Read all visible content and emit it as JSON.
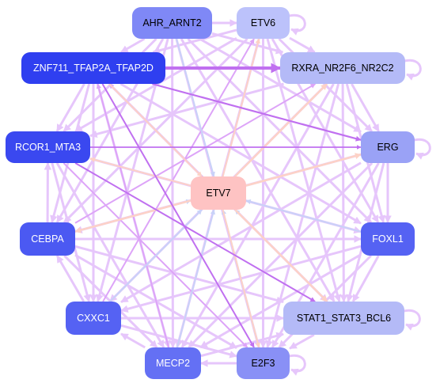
{
  "network": {
    "center": "etv7",
    "nodes": [
      {
        "id": "ahr",
        "label": "AHR_ARNT2",
        "color": "#7f88f6",
        "text": "#000000"
      },
      {
        "id": "etv6",
        "label": "ETV6",
        "color": "#bcc2fb",
        "text": "#000000"
      },
      {
        "id": "znf",
        "label": "ZNF711_TFAP2A_TFAP2D",
        "color": "#2f3ff0",
        "text": "#ffffff"
      },
      {
        "id": "rxra",
        "label": "RXRA_NR2F6_NR2C2",
        "color": "#b4baf7",
        "text": "#000000"
      },
      {
        "id": "rcor",
        "label": "RCOR1_MTA3",
        "color": "#3a48f0",
        "text": "#ffffff"
      },
      {
        "id": "erg",
        "label": "ERG",
        "color": "#9aa2f6",
        "text": "#000000"
      },
      {
        "id": "etv7",
        "label": "ETV7",
        "color": "#fec3c3",
        "text": "#000000"
      },
      {
        "id": "cebpa",
        "label": "CEBPA",
        "color": "#4b59f2",
        "text": "#ffffff"
      },
      {
        "id": "foxl1",
        "label": "FOXL1",
        "color": "#5562f3",
        "text": "#ffffff"
      },
      {
        "id": "cxxc1",
        "label": "CXXC1",
        "color": "#5562f3",
        "text": "#ffffff"
      },
      {
        "id": "stat1",
        "label": "STAT1_STAT3_BCL6",
        "color": "#b4baf7",
        "text": "#000000"
      },
      {
        "id": "mecp2",
        "label": "MECP2",
        "color": "#6470f4",
        "text": "#ffffff"
      },
      {
        "id": "e2f3",
        "label": "E2F3",
        "color": "#8990f6",
        "text": "#000000"
      }
    ],
    "edge_colors": {
      "default": "#e6c6fb",
      "strong": "#c070f0",
      "medium": "#dda4f8",
      "peach": "#fdd2c6",
      "blue": "#c9d2f8"
    },
    "edges": [
      {
        "s": "znf",
        "t": "rxra",
        "c": "strong",
        "w": 4
      },
      {
        "s": "znf",
        "t": "erg",
        "c": "strong",
        "w": 2.2
      },
      {
        "s": "znf",
        "t": "e2f3",
        "c": "strong",
        "w": 2
      },
      {
        "s": "rcor",
        "t": "stat1",
        "c": "strong",
        "w": 2
      },
      {
        "s": "rcor",
        "t": "erg",
        "c": "strong",
        "w": 1.8
      },
      {
        "s": "cebpa",
        "t": "rxra",
        "c": "medium",
        "w": 2
      },
      {
        "s": "mecp2",
        "t": "znf",
        "c": "medium",
        "w": 2
      },
      {
        "s": "rcor",
        "t": "e2f3",
        "c": "medium",
        "w": 2
      },
      {
        "s": "cxxc1",
        "t": "etv6",
        "c": "medium",
        "w": 2
      },
      {
        "s": "stat1",
        "t": "znf",
        "c": "medium",
        "w": 2
      },
      {
        "s": "etv7",
        "t": "rxra",
        "c": "peach",
        "w": 2.5
      },
      {
        "s": "etv7",
        "t": "erg",
        "c": "peach",
        "w": 2.5
      },
      {
        "s": "etv7",
        "t": "cebpa",
        "c": "peach",
        "w": 2.5
      },
      {
        "s": "etv7",
        "t": "stat1",
        "c": "peach",
        "w": 2.5
      },
      {
        "s": "etv7",
        "t": "etv6",
        "c": "peach",
        "w": 2
      },
      {
        "s": "etv7",
        "t": "rcor",
        "c": "peach",
        "w": 2
      },
      {
        "s": "etv7",
        "t": "e2f3",
        "c": "peach",
        "w": 2
      },
      {
        "s": "ahr",
        "t": "etv7",
        "c": "blue",
        "w": 2
      },
      {
        "s": "znf",
        "t": "etv7",
        "c": "peach",
        "w": 2
      },
      {
        "s": "foxl1",
        "t": "etv7",
        "c": "blue",
        "w": 2
      },
      {
        "s": "cxxc1",
        "t": "etv7",
        "c": "blue",
        "w": 2
      },
      {
        "s": "mecp2",
        "t": "etv7",
        "c": "blue",
        "w": 2
      },
      {
        "s": "e2f3",
        "t": "etv7",
        "c": "blue",
        "w": 2
      },
      {
        "s": "stat1",
        "t": "etv7",
        "c": "blue",
        "w": 2
      },
      {
        "s": "cebpa",
        "t": "etv7",
        "c": "blue",
        "w": 2
      },
      {
        "s": "ahr",
        "t": "etv6",
        "c": "default",
        "w": 3
      },
      {
        "s": "etv6",
        "t": "rxra",
        "c": "default",
        "w": 3
      },
      {
        "s": "ahr",
        "t": "znf",
        "c": "default",
        "w": 3
      },
      {
        "s": "znf",
        "t": "rcor",
        "c": "default",
        "w": 3
      },
      {
        "s": "rxra",
        "t": "erg",
        "c": "default",
        "w": 3
      },
      {
        "s": "erg",
        "t": "foxl1",
        "c": "default",
        "w": 3
      },
      {
        "s": "foxl1",
        "t": "stat1",
        "c": "default",
        "w": 3
      },
      {
        "s": "stat1",
        "t": "e2f3",
        "c": "default",
        "w": 3
      },
      {
        "s": "e2f3",
        "t": "mecp2",
        "c": "default",
        "w": 3
      },
      {
        "s": "mecp2",
        "t": "cxxc1",
        "c": "default",
        "w": 3
      },
      {
        "s": "cxxc1",
        "t": "cebpa",
        "c": "default",
        "w": 3
      },
      {
        "s": "cebpa",
        "t": "rcor",
        "c": "default",
        "w": 3
      },
      {
        "s": "ahr",
        "t": "rxra",
        "c": "default",
        "w": 3
      },
      {
        "s": "ahr",
        "t": "erg",
        "c": "default",
        "w": 3
      },
      {
        "s": "ahr",
        "t": "foxl1",
        "c": "default",
        "w": 3
      },
      {
        "s": "ahr",
        "t": "stat1",
        "c": "default",
        "w": 3
      },
      {
        "s": "ahr",
        "t": "e2f3",
        "c": "default",
        "w": 3
      },
      {
        "s": "ahr",
        "t": "mecp2",
        "c": "default",
        "w": 3
      },
      {
        "s": "ahr",
        "t": "cxxc1",
        "c": "default",
        "w": 3
      },
      {
        "s": "ahr",
        "t": "cebpa",
        "c": "default",
        "w": 3
      },
      {
        "s": "ahr",
        "t": "rcor",
        "c": "default",
        "w": 3
      },
      {
        "s": "etv6",
        "t": "erg",
        "c": "default",
        "w": 3
      },
      {
        "s": "etv6",
        "t": "foxl1",
        "c": "default",
        "w": 3
      },
      {
        "s": "etv6",
        "t": "stat1",
        "c": "default",
        "w": 3
      },
      {
        "s": "etv6",
        "t": "e2f3",
        "c": "default",
        "w": 3
      },
      {
        "s": "etv6",
        "t": "mecp2",
        "c": "default",
        "w": 3
      },
      {
        "s": "etv6",
        "t": "cebpa",
        "c": "default",
        "w": 3
      },
      {
        "s": "etv6",
        "t": "rcor",
        "c": "default",
        "w": 3
      },
      {
        "s": "etv6",
        "t": "znf",
        "c": "default",
        "w": 3
      },
      {
        "s": "znf",
        "t": "foxl1",
        "c": "default",
        "w": 3
      },
      {
        "s": "znf",
        "t": "stat1",
        "c": "default",
        "w": 3
      },
      {
        "s": "znf",
        "t": "mecp2",
        "c": "default",
        "w": 3
      },
      {
        "s": "znf",
        "t": "cxxc1",
        "c": "default",
        "w": 3
      },
      {
        "s": "znf",
        "t": "cebpa",
        "c": "default",
        "w": 3
      },
      {
        "s": "rxra",
        "t": "foxl1",
        "c": "default",
        "w": 3
      },
      {
        "s": "rxra",
        "t": "stat1",
        "c": "default",
        "w": 3
      },
      {
        "s": "rxra",
        "t": "e2f3",
        "c": "default",
        "w": 3
      },
      {
        "s": "rxra",
        "t": "mecp2",
        "c": "default",
        "w": 3
      },
      {
        "s": "rxra",
        "t": "cxxc1",
        "c": "default",
        "w": 3
      },
      {
        "s": "rxra",
        "t": "rcor",
        "c": "default",
        "w": 3
      },
      {
        "s": "rcor",
        "t": "foxl1",
        "c": "default",
        "w": 3
      },
      {
        "s": "rcor",
        "t": "mecp2",
        "c": "default",
        "w": 3
      },
      {
        "s": "rcor",
        "t": "cxxc1",
        "c": "default",
        "w": 3
      },
      {
        "s": "erg",
        "t": "stat1",
        "c": "default",
        "w": 3
      },
      {
        "s": "erg",
        "t": "e2f3",
        "c": "default",
        "w": 3
      },
      {
        "s": "erg",
        "t": "mecp2",
        "c": "default",
        "w": 3
      },
      {
        "s": "erg",
        "t": "cxxc1",
        "c": "default",
        "w": 3
      },
      {
        "s": "erg",
        "t": "cebpa",
        "c": "default",
        "w": 3
      },
      {
        "s": "cebpa",
        "t": "foxl1",
        "c": "default",
        "w": 3
      },
      {
        "s": "cebpa",
        "t": "stat1",
        "c": "default",
        "w": 3
      },
      {
        "s": "cebpa",
        "t": "e2f3",
        "c": "default",
        "w": 3
      },
      {
        "s": "cebpa",
        "t": "mecp2",
        "c": "default",
        "w": 3
      },
      {
        "s": "foxl1",
        "t": "e2f3",
        "c": "default",
        "w": 3
      },
      {
        "s": "foxl1",
        "t": "mecp2",
        "c": "default",
        "w": 3
      },
      {
        "s": "foxl1",
        "t": "cxxc1",
        "c": "default",
        "w": 3
      },
      {
        "s": "cxxc1",
        "t": "stat1",
        "c": "default",
        "w": 3
      },
      {
        "s": "cxxc1",
        "t": "e2f3",
        "c": "default",
        "w": 3
      },
      {
        "s": "mecp2",
        "t": "stat1",
        "c": "default",
        "w": 3
      }
    ],
    "self_loops": [
      "etv6",
      "rxra",
      "erg",
      "stat1",
      "e2f3"
    ]
  }
}
